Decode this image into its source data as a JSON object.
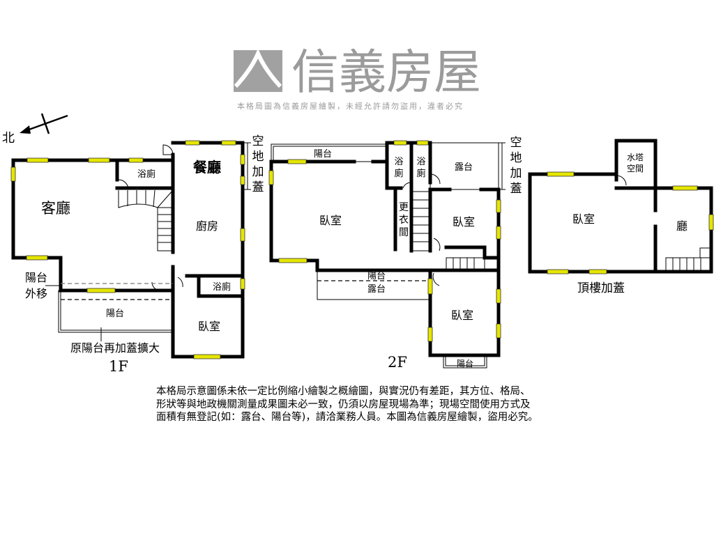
{
  "compass": {
    "north_label": "北"
  },
  "floor1": {
    "title": "1F",
    "living_room": "客廳",
    "dining_room": "餐廳",
    "kitchen": "廚房",
    "bathroom_top": "浴廁",
    "bathroom_bottom": "浴廁",
    "bedroom": "臥室",
    "balcony": "陽台",
    "balcony_moved": [
      "陽台",
      "外移"
    ],
    "balcony_note": "原陽台再加蓋擴大",
    "addition_note": [
      "空",
      "地",
      "加",
      "蓋"
    ]
  },
  "floor2": {
    "title": "2F",
    "balcony_top": "陽台",
    "bath_1": [
      "浴",
      "廁"
    ],
    "bath_2": [
      "浴",
      "廁"
    ],
    "terrace": "露台",
    "closet": [
      "更",
      "衣",
      "間"
    ],
    "bedroom_main": "臥室",
    "bedroom_right": "臥室",
    "bedroom_bottom": "臥室",
    "balcony_mid": "陽台",
    "terrace_mid": "露台",
    "balcony_bottom": "陽台",
    "addition_note": [
      "空",
      "地",
      "加",
      "蓋"
    ]
  },
  "rooftop": {
    "title": "頂樓加蓋",
    "bedroom": "臥室",
    "hall": "廳",
    "water_tank": [
      "水塔",
      "空間"
    ]
  },
  "watermark": {
    "brand": "信義房屋",
    "notice": "本格局圖為信義房屋繪製，未經允許請勿盜用，違者必究"
  },
  "disclaimer": [
    "本格局示意圖係未依一定比例縮小繪製之概繪圖，與實況仍有差距，其方位、格局、",
    "形狀等與地政機關測量成果圖未必一致，仍須以房屋現場為準；現場空間使用方式及",
    "面積有無登記(如：露台、陽台等)，請洽業務人員。本圖為信義房屋繪製，盜用必究。"
  ],
  "colors": {
    "wall": "#000000",
    "window": "#e6e600",
    "watermark": "#8a8a8a"
  }
}
